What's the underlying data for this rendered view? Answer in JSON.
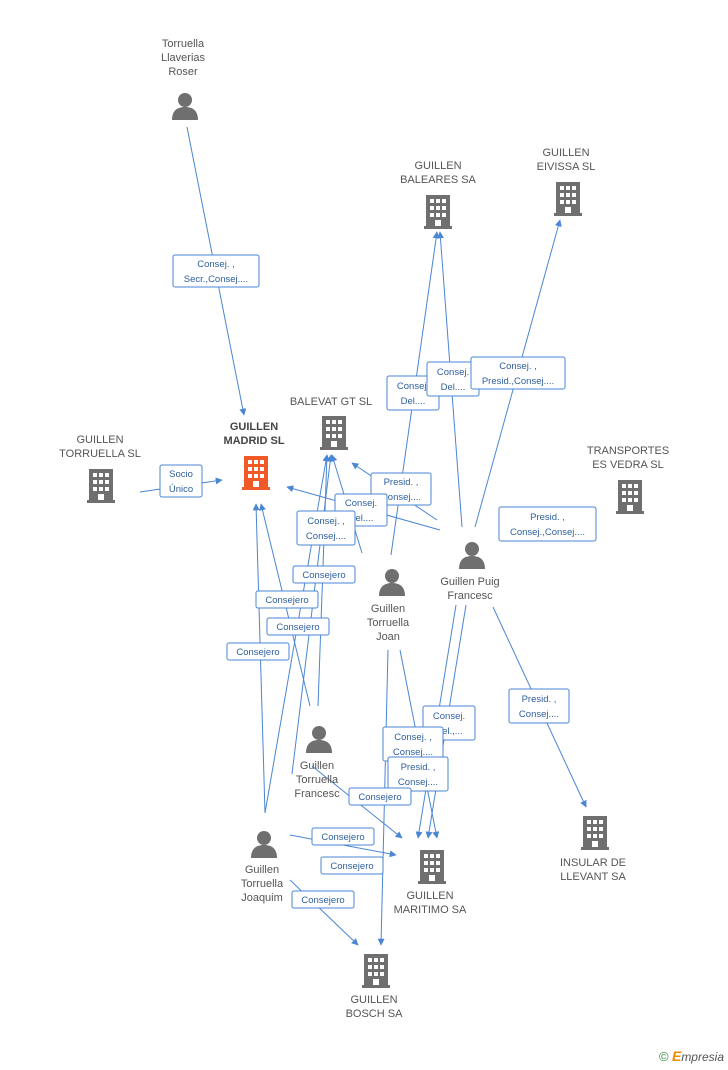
{
  "colors": {
    "edge": "#4a86d4",
    "company_icon": "#6f6f6f",
    "person_icon": "#6f6f6f",
    "focus_icon": "#f05a28",
    "label_text": "#555555",
    "box_text": "#2f5f9e"
  },
  "nodes": [
    {
      "id": "torruella_roser",
      "type": "person",
      "lines": [
        "Torruella",
        "Llaverias",
        "Roser"
      ]
    },
    {
      "id": "guillen_baleares",
      "type": "company",
      "lines": [
        "GUILLEN",
        "BALEARES SA"
      ]
    },
    {
      "id": "guillen_eivissa",
      "type": "company",
      "lines": [
        "GUILLEN",
        "EIVISSA SL"
      ]
    },
    {
      "id": "guillen_madrid",
      "type": "focus",
      "lines": [
        "GUILLEN",
        "MADRID SL"
      ]
    },
    {
      "id": "balevat",
      "type": "company",
      "lines": [
        "BALEVAT GT SL"
      ]
    },
    {
      "id": "guillen_torruella_sl",
      "type": "company",
      "lines": [
        "GUILLEN",
        "TORRUELLA SL"
      ]
    },
    {
      "id": "transportes_vedra",
      "type": "company",
      "lines": [
        "TRANSPORTES",
        "ES VEDRA SL"
      ]
    },
    {
      "id": "guillen_puig",
      "type": "person",
      "lines": [
        "Guillen Puig",
        "Francesc"
      ]
    },
    {
      "id": "guillen_torruella_joan",
      "type": "person",
      "lines": [
        "Guillen",
        "Torruella",
        "Joan"
      ]
    },
    {
      "id": "guillen_torruella_francesc",
      "type": "person",
      "lines": [
        "Guillen",
        "Torruella",
        "Francesc"
      ]
    },
    {
      "id": "insular_llevant",
      "type": "company",
      "lines": [
        "INSULAR DE",
        "LLEVANT SA"
      ]
    },
    {
      "id": "guillen_torruella_joaquim",
      "type": "person",
      "lines": [
        "Guillen",
        "Torruella",
        "Joaquim"
      ]
    },
    {
      "id": "guillen_maritimo",
      "type": "company",
      "lines": [
        "GUILLEN",
        "MARITIMO SA"
      ]
    },
    {
      "id": "guillen_bosch",
      "type": "company",
      "lines": [
        "GUILLEN",
        "BOSCH SA"
      ]
    }
  ],
  "relations": [
    {
      "lines": [
        "Consej. ,",
        "Secr.,Consej...."
      ]
    },
    {
      "lines": [
        "Socio",
        "Único"
      ]
    },
    {
      "lines": [
        "Consej.",
        "Del...."
      ]
    },
    {
      "lines": [
        "Consej.",
        "Del...."
      ]
    },
    {
      "lines": [
        "Consej. ,",
        "Presid.,Consej...."
      ]
    },
    {
      "lines": [
        "Presid. ,",
        "Consej...."
      ]
    },
    {
      "lines": [
        "Consej.",
        "Del...."
      ]
    },
    {
      "lines": [
        "Consej. ,",
        "Consej...."
      ]
    },
    {
      "lines": [
        "Presid. ,",
        "Consej.,Consej...."
      ]
    },
    {
      "lines": [
        "Consejero"
      ]
    },
    {
      "lines": [
        "Consejero"
      ]
    },
    {
      "lines": [
        "Consejero"
      ]
    },
    {
      "lines": [
        "Consejero"
      ]
    },
    {
      "lines": [
        "Presid. ,",
        "Consej...."
      ]
    },
    {
      "lines": [
        "Consej.",
        "Del.,..."
      ]
    },
    {
      "lines": [
        "Consej. ,",
        "Consej...."
      ]
    },
    {
      "lines": [
        "Presid. ,",
        "Consej...."
      ]
    },
    {
      "lines": [
        "Consejero"
      ]
    },
    {
      "lines": [
        "Consejero"
      ]
    },
    {
      "lines": [
        "Consejero"
      ]
    },
    {
      "lines": [
        "Consejero"
      ]
    }
  ],
  "footer": {
    "copyright_symbol": "©",
    "brand_initial": "E",
    "brand_rest": "mpresia"
  }
}
